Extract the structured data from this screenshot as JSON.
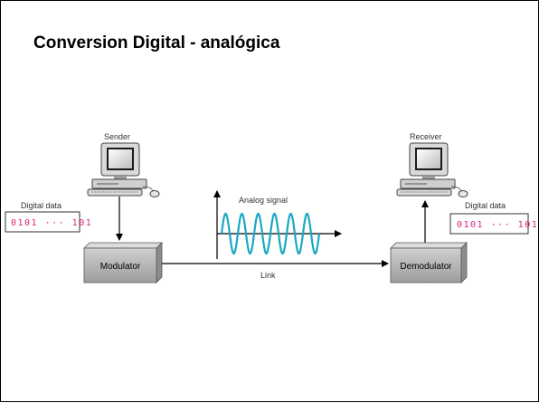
{
  "slide": {
    "title": "Conversion Digital - analógica"
  },
  "diagram": {
    "sender_label": "Sender",
    "receiver_label": "Receiver",
    "sender_data_label": "Digital data",
    "receiver_data_label": "Digital data",
    "sender_bits": "0101 ··· 101",
    "receiver_bits": "0101 ··· 101",
    "modulator_label": "Modulator",
    "demodulator_label": "Demodulator",
    "signal_label": "Analog signal",
    "link_label": "Link",
    "icons": [
      "computer-icon",
      "computer-icon"
    ],
    "colors": {
      "signal_wave": "#1aa8c4",
      "bits_text": "#e0237a",
      "box_fill": "#b3b3b3"
    }
  }
}
